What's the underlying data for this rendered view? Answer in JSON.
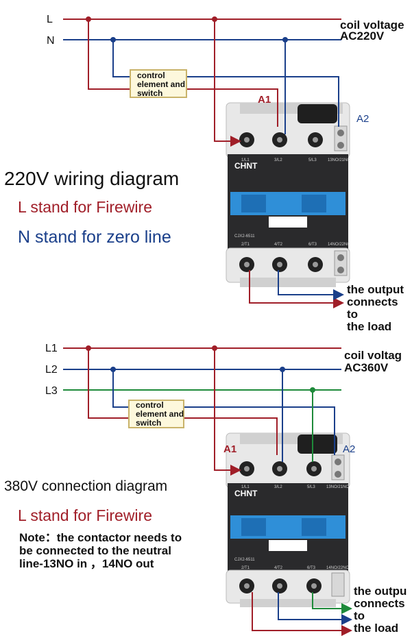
{
  "top": {
    "line_l": "L",
    "line_n": "N",
    "coil_voltage": "coil voltage",
    "coil_value": "AC220V",
    "control_1": "control",
    "control_2": "element and",
    "control_3": "switch",
    "term_a1": "A1",
    "term_a2": "A2",
    "title": "220V wiring diagram",
    "legend_l": "L stand for Firewire",
    "legend_n": "N stand for zero line",
    "output_1": "the output",
    "output_2": "connects",
    "output_3": "to",
    "output_4": "the load"
  },
  "bottom": {
    "line_l1": "L1",
    "line_l2": "L2",
    "line_l3": "L3",
    "coil_voltage": "coil voltag",
    "coil_value": "AC360V",
    "control_1": "control",
    "control_2": "element and",
    "control_3": "switch",
    "term_a1": "A1",
    "term_a2": "A2",
    "title": "380V connection diagram",
    "legend_l": "L stand for Firewire",
    "note_1": "Note：the contactor needs to",
    "note_2": "be connected to the neutral",
    "note_3": "line-13NO in ，14NO out",
    "output_1": "the outpu",
    "output_2": "connects",
    "output_3": "to",
    "output_4": "the load"
  },
  "contactor": {
    "brand": "CHNT",
    "model": "CJX2-6511",
    "top_terms": [
      "1/L1",
      "3/L2",
      "5/L3",
      "13NO/21NC"
    ],
    "bottom_terms": [
      "2/T1",
      "4/T2",
      "6/T3",
      "14NO/22NC"
    ]
  },
  "colors": {
    "live": "#a01e28",
    "neutral": "#1a3f8a",
    "phase3": "#1e8a3a",
    "body": "#2a2a2c",
    "blue_part": "#2f8fd8",
    "switch_box": "#fdf8dc",
    "switch_border": "#c9b36a"
  }
}
